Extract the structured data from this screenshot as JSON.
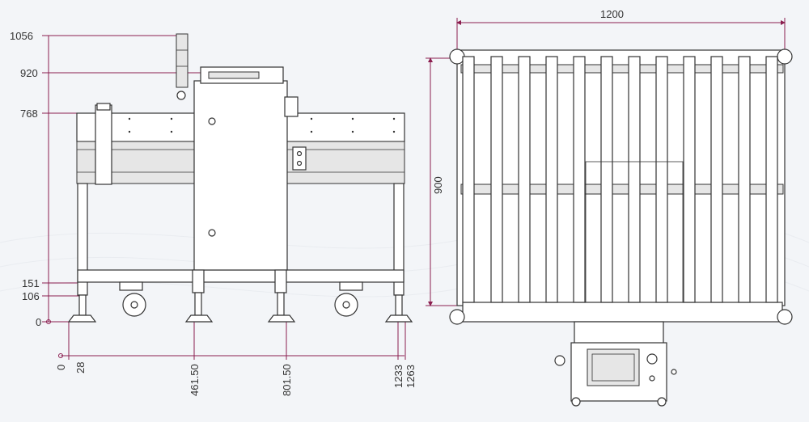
{
  "side_view": {
    "height_labels": [
      "1056",
      "920",
      "768",
      "151",
      "106",
      "0"
    ],
    "bottom_labels": [
      "0",
      "28",
      "461.50",
      "801.50",
      "1233",
      "1263"
    ]
  },
  "top_view": {
    "width_label": "1200",
    "depth_label": "900"
  },
  "colors": {
    "dimension": "#8b1e4f",
    "outline": "#333333",
    "background": "#f3f5f8"
  }
}
